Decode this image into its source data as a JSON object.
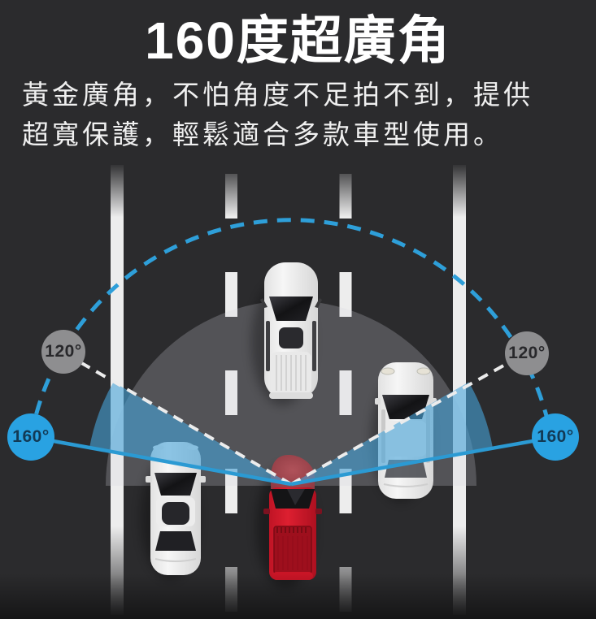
{
  "page": {
    "title": "160度超廣角",
    "subtitle_line1": "黃金廣角，不怕角度不足拍不到，提供",
    "subtitle_line2": "超寬保護，輕鬆適合多款車型使用。"
  },
  "diagram": {
    "badges": {
      "left_120": "120°",
      "right_120": "120°",
      "left_160": "160°",
      "right_160": "160°"
    },
    "angles": {
      "wide_fov_degrees": 160,
      "standard_fov_degrees": 120
    },
    "colors": {
      "background": "#2b2b2d",
      "accent_blue": "#29a2e2",
      "cone_blue": "#46a4d8",
      "badge_gray": "#8e8e90",
      "lane_line_white": "#f7f7f7",
      "car_red": "#d41a2c",
      "car_white": "#f0f0f0",
      "fov_backdrop_gray": "rgba(214,214,222,0.24)"
    },
    "icons": {
      "top_vehicle": "white-van-top-icon",
      "left_vehicle": "white-sedan-top-icon",
      "right_vehicle": "white-suv-top-icon",
      "center_vehicle": "red-pickup-top-icon",
      "fov_shape": "fov-cone-icon",
      "fov_arc": "dashed-arc-icon"
    }
  }
}
